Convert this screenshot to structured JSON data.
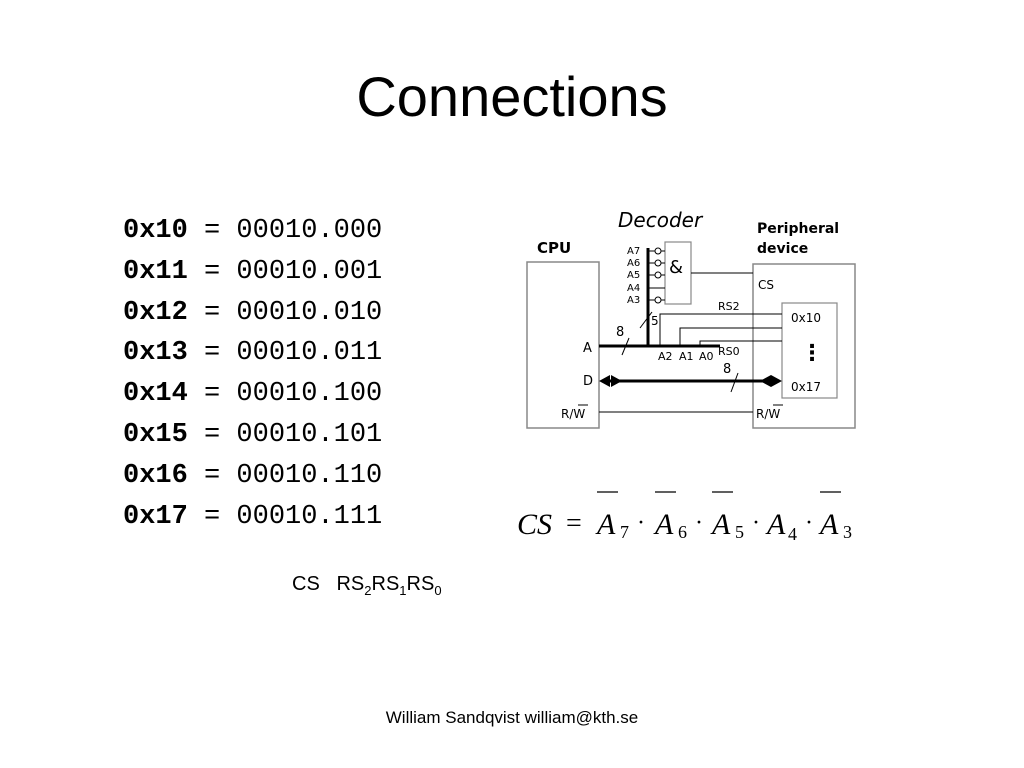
{
  "title": "Connections",
  "address_table": [
    {
      "hex": "0x10",
      "eq": " = ",
      "bin": "00010.000"
    },
    {
      "hex": "0x11",
      "eq": " = ",
      "bin": "00010.001"
    },
    {
      "hex": "0x12",
      "eq": " = ",
      "bin": "00010.010"
    },
    {
      "hex": "0x13",
      "eq": " = ",
      "bin": "00010.011"
    },
    {
      "hex": "0x14",
      "eq": " = ",
      "bin": "00010.100"
    },
    {
      "hex": "0x15",
      "eq": " = ",
      "bin": "00010.101"
    },
    {
      "hex": "0x16",
      "eq": " = ",
      "bin": "00010.110"
    },
    {
      "hex": "0x17",
      "eq": " = ",
      "bin": "00010.111"
    }
  ],
  "bit_field_label": {
    "cs": "CS",
    "rs2": "RS",
    "rs2_sub": "2",
    "rs1": "RS",
    "rs1_sub": "1",
    "rs0": "RS",
    "rs0_sub": "0"
  },
  "diagram": {
    "decoder_label": "Decoder",
    "cpu_label": "CPU",
    "peripheral_label_1": "Peripheral",
    "peripheral_label_2": "device",
    "gate_symbol": "&",
    "decoder_inputs": [
      "A7",
      "A6",
      "A5",
      "A4",
      "A3"
    ],
    "cpu_pins": [
      "A",
      "D",
      "R/W"
    ],
    "peripheral_pins": [
      "CS",
      "R/W"
    ],
    "bus_width_addr": "8",
    "bus_width_decoder": "5",
    "bus_width_data": "8",
    "low_address_lines": [
      "A2",
      "A1",
      "A0"
    ],
    "register_select": [
      "RS2",
      "RS0"
    ],
    "register_range_start": "0x10",
    "register_range_end": "0x17",
    "register_dots": "⋮"
  },
  "equation": {
    "lhs": "CS",
    "equals": "=",
    "terms": [
      {
        "var": "A",
        "sub": "7",
        "inverted": true
      },
      {
        "var": "A",
        "sub": "6",
        "inverted": true
      },
      {
        "var": "A",
        "sub": "5",
        "inverted": true
      },
      {
        "var": "A",
        "sub": "4",
        "inverted": false
      },
      {
        "var": "A",
        "sub": "3",
        "inverted": true
      }
    ],
    "operator": "·"
  },
  "footer": "William Sandqvist  william@kth.se"
}
